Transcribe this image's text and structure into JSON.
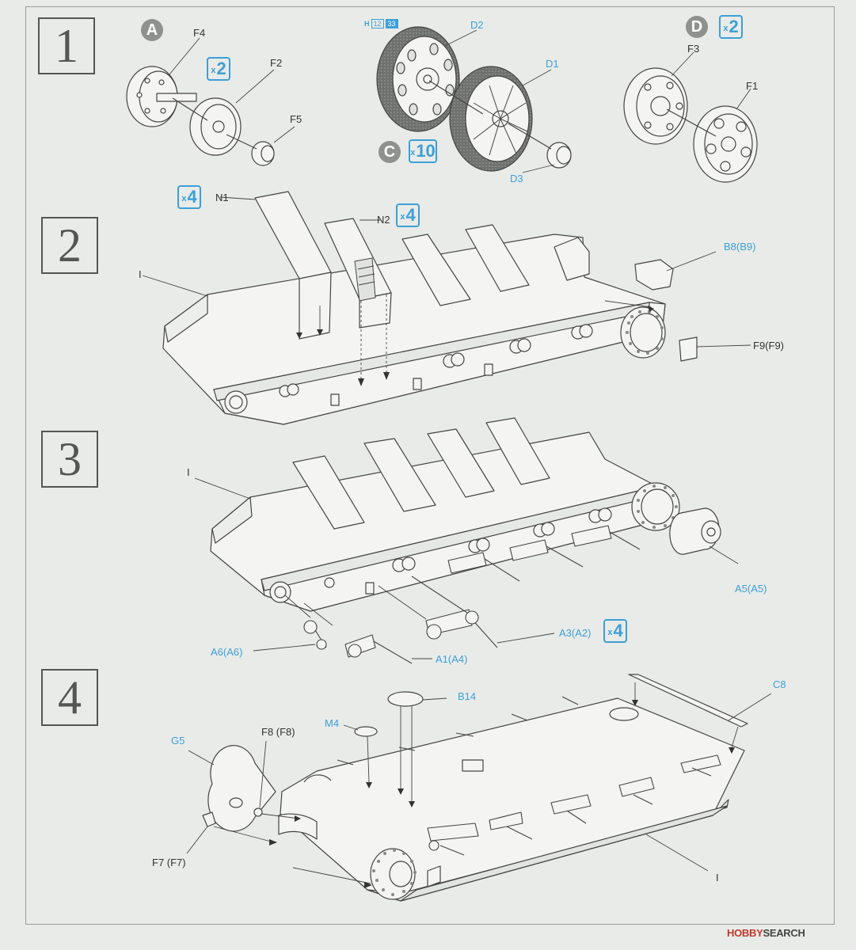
{
  "steps": [
    "1",
    "2",
    "3",
    "4"
  ],
  "badges": {
    "a": "A",
    "c": "C",
    "d": "D"
  },
  "multipliers": {
    "m1a": "2",
    "m1c": "10",
    "m1d": "2",
    "m2a": "4",
    "m2b": "4",
    "m3": "4",
    "prefix": "x"
  },
  "hcode": {
    "h": "H",
    "n1": "12",
    "n2": "33"
  },
  "labels": {
    "F4": "F4",
    "F2": "F2",
    "F5": "F5",
    "D2": "D2",
    "D1": "D1",
    "D3": "D3",
    "F3": "F3",
    "F1": "F1",
    "N1": "N1",
    "N2": "N2",
    "I2": "I",
    "B8": "B8(B9)",
    "F9": "F9(F9)",
    "I3": "I",
    "A5": "A5(A5)",
    "A3": "A3(A2)",
    "A6": "A6(A6)",
    "A1": "A1(A4)",
    "B14": "B14",
    "C8": "C8",
    "M4": "M4",
    "G5": "G5",
    "F8": "F8 (F8)",
    "F7": "F7 (F7)",
    "I4": "I"
  },
  "watermark": {
    "brand": "HOBBY",
    "rest": "SEARCH"
  }
}
